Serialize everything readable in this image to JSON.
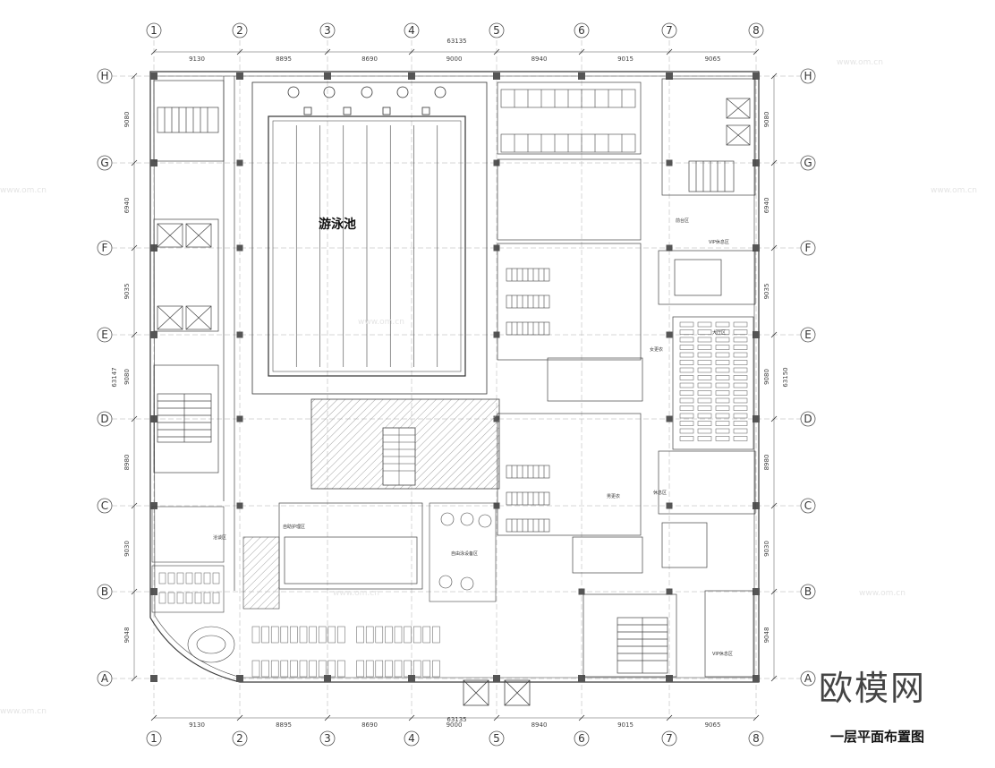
{
  "drawing": {
    "title": "一层平面布置图",
    "brand_mark": "欧模网",
    "watermark_site": "www.om.cn",
    "watermark_brand": "欧模网"
  },
  "grid": {
    "columns": [
      "1",
      "2",
      "3",
      "4",
      "5",
      "6",
      "7",
      "8"
    ],
    "rows": [
      "H",
      "G",
      "F",
      "E",
      "D",
      "C",
      "B",
      "A"
    ],
    "column_spacings": [
      "9130",
      "8895",
      "8690",
      "9000",
      "8940",
      "9015",
      "9065"
    ],
    "row_spacings": [
      "9080",
      "6940",
      "9035",
      "9080",
      "8980",
      "9030",
      "9048"
    ],
    "overall_width": "63135",
    "overall_height_left": "63147",
    "overall_height_right": "63150"
  },
  "rooms": {
    "pool": "游泳池",
    "area_c_left": "自助护理区",
    "area_c_right": "自由泳设备区",
    "room_b_left": "洽谈区",
    "room_b_right": "VIP休息区",
    "room_e_right": "大厅区",
    "room_e_right_side": "女更衣",
    "room_f_top": "前台区",
    "room_f_right": "VIP休息区",
    "room_c_right": "休息区",
    "room_d_mid": "男更衣"
  },
  "colors": {
    "line": "#3a3a3a",
    "wall": "#555555",
    "hatch": "#9a9a9a",
    "watermark": "#e2e2e2"
  }
}
